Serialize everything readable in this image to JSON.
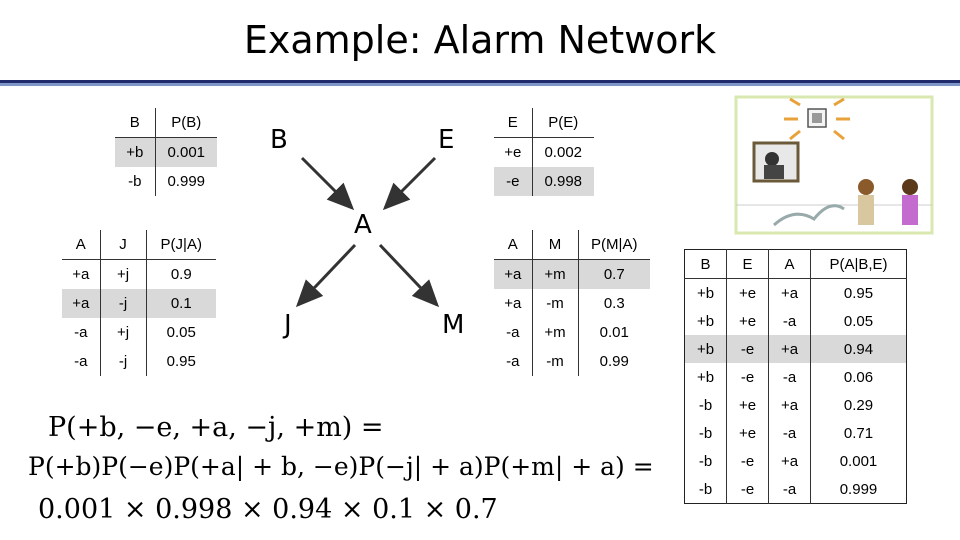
{
  "title": "Example: Alarm Network",
  "nodes": {
    "b": "B",
    "e": "E",
    "a": "A",
    "j": "J",
    "m": "M"
  },
  "tables": {
    "pb": {
      "header": [
        "B",
        "P(B)"
      ],
      "rows": [
        [
          "+b",
          "0.001"
        ],
        [
          "-b",
          "0.999"
        ]
      ]
    },
    "pe": {
      "header": [
        "E",
        "P(E)"
      ],
      "rows": [
        [
          "+e",
          "0.002"
        ],
        [
          "-e",
          "0.998"
        ]
      ]
    },
    "pj": {
      "header": [
        "A",
        "J",
        "P(J|A)"
      ],
      "rows": [
        [
          "+a",
          "+j",
          "0.9"
        ],
        [
          "+a",
          "-j",
          "0.1"
        ],
        [
          "-a",
          "+j",
          "0.05"
        ],
        [
          "-a",
          "-j",
          "0.95"
        ]
      ]
    },
    "pm": {
      "header": [
        "A",
        "M",
        "P(M|A)"
      ],
      "rows": [
        [
          "+a",
          "+m",
          "0.7"
        ],
        [
          "+a",
          "-m",
          "0.3"
        ],
        [
          "-a",
          "+m",
          "0.01"
        ],
        [
          "-a",
          "-m",
          "0.99"
        ]
      ]
    },
    "pa": {
      "header": [
        "B",
        "E",
        "A",
        "P(A|B,E)"
      ],
      "rows": [
        [
          "+b",
          "+e",
          "+a",
          "0.95"
        ],
        [
          "+b",
          "+e",
          "-a",
          "0.05"
        ],
        [
          "+b",
          "-e",
          "+a",
          "0.94"
        ],
        [
          "+b",
          "-e",
          "-a",
          "0.06"
        ],
        [
          "-b",
          "+e",
          "+a",
          "0.29"
        ],
        [
          "-b",
          "+e",
          "-a",
          "0.71"
        ],
        [
          "-b",
          "-e",
          "+a",
          "0.001"
        ],
        [
          "-b",
          "-e",
          "-a",
          "0.999"
        ]
      ]
    }
  },
  "equations": {
    "line1": "P(+b, −e, +a, −j, +m) =",
    "line2": "P(+b)P(−e)P(+a| + b, −e)P(−j| + a)P(+m| + a) =",
    "line3": "0.001 × 0.998 × 0.94 × 0.1 × 0.7"
  },
  "colors": {
    "title_rule": "#1f2a6b",
    "title_rule_light": "#7f95c8",
    "highlight": "#d9d9d9"
  }
}
